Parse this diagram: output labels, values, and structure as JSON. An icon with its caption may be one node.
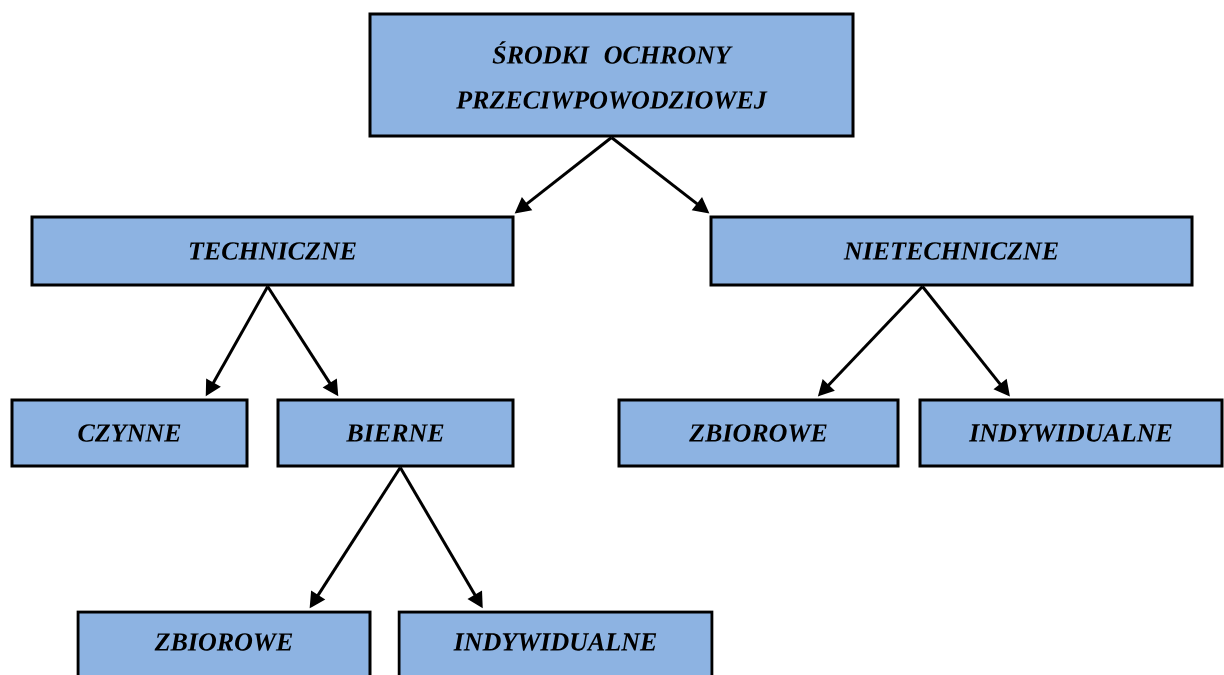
{
  "diagram": {
    "nodes": [
      {
        "text": [
          "ŚRODKI OCHRONY PRZECIWPOWODZIOWEJ"
        ]
      },
      {
        "text": [
          "TECHNICZNE"
        ]
      },
      {
        "text": [
          "NIETECHNICZNE"
        ]
      },
      {
        "text": [
          "CZYNNE"
        ]
      },
      {
        "text": [
          "BIERNE"
        ]
      },
      {
        "text": [
          "ZBIOROWE"
        ]
      },
      {
        "text": [
          "INDYWIDUALNE"
        ]
      },
      {
        "text": [
          "ZBIOROWE"
        ]
      },
      {
        "text": [
          "INDYWIDUALNE"
        ]
      }
    ],
    "edges": [
      {
        "from": 0,
        "to": 1,
        "arrow": "to"
      },
      {
        "from": 0,
        "to": 2,
        "arrow": "to"
      },
      {
        "from": 1,
        "to": 3,
        "arrow": "to"
      },
      {
        "from": 1,
        "to": 4,
        "arrow": "to"
      },
      {
        "from": 2,
        "to": 5,
        "arrow": "to"
      },
      {
        "from": 2,
        "to": 6,
        "arrow": "to"
      },
      {
        "from": 4,
        "to": 7,
        "arrow": "to"
      },
      {
        "from": 4,
        "to": 8,
        "arrow": "to"
      }
    ]
  }
}
